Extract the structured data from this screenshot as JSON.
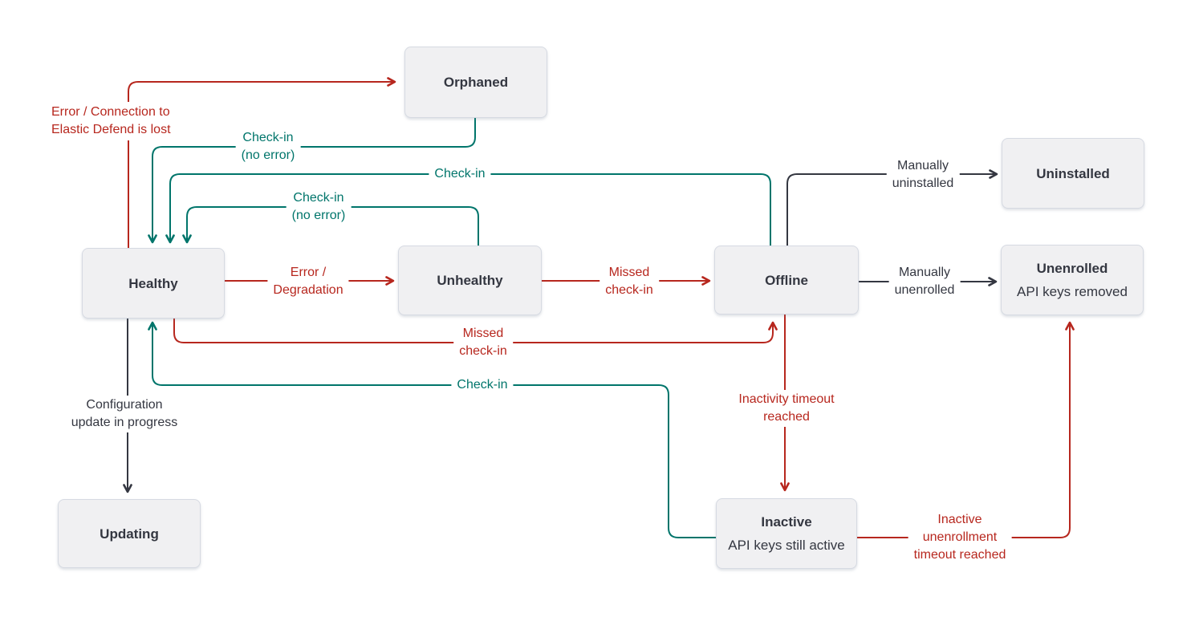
{
  "colors": {
    "error": "#b7271e",
    "success": "#00756b",
    "neutral": "#343741",
    "node_background": "#f0f0f2",
    "node_border": "#d6dae2"
  },
  "nodes": [
    {
      "id": "orphaned",
      "label": "Orphaned",
      "sublabel": ""
    },
    {
      "id": "uninstalled",
      "label": "Uninstalled",
      "sublabel": ""
    },
    {
      "id": "healthy",
      "label": "Healthy",
      "sublabel": ""
    },
    {
      "id": "unhealthy",
      "label": "Unhealthy",
      "sublabel": ""
    },
    {
      "id": "offline",
      "label": "Offline",
      "sublabel": ""
    },
    {
      "id": "unenrolled",
      "label": "Unenrolled",
      "sublabel": "API keys removed"
    },
    {
      "id": "updating",
      "label": "Updating",
      "sublabel": ""
    },
    {
      "id": "inactive",
      "label": "Inactive",
      "sublabel": "API keys still active"
    }
  ],
  "edges": [
    {
      "from": "healthy",
      "to": "orphaned",
      "color": "error",
      "label": "Error / Connection to\nElastic Defend is lost"
    },
    {
      "from": "orphaned",
      "to": "healthy",
      "color": "success",
      "label": "Check-in\n(no error)"
    },
    {
      "from": "offline",
      "to": "healthy",
      "color": "success",
      "label": "Check-in"
    },
    {
      "from": "unhealthy",
      "to": "healthy",
      "color": "success",
      "label": "Check-in\n(no error)"
    },
    {
      "from": "healthy",
      "to": "unhealthy",
      "color": "error",
      "label": "Error /\nDegradation"
    },
    {
      "from": "unhealthy",
      "to": "offline",
      "color": "error",
      "label": "Missed\ncheck-in"
    },
    {
      "from": "offline",
      "to": "uninstalled",
      "color": "neutral",
      "label": "Manually\nuninstalled"
    },
    {
      "from": "offline",
      "to": "unenrolled",
      "color": "neutral",
      "label": "Manually\nunenrolled"
    },
    {
      "from": "healthy",
      "to": "offline",
      "color": "error",
      "label": "Missed\ncheck-in"
    },
    {
      "from": "inactive",
      "to": "healthy",
      "color": "success",
      "label": "Check-in"
    },
    {
      "from": "healthy",
      "to": "updating",
      "color": "neutral",
      "label": "Configuration\nupdate in progress"
    },
    {
      "from": "offline",
      "to": "inactive",
      "color": "error",
      "label": "Inactivity timeout\nreached"
    },
    {
      "from": "inactive",
      "to": "unenrolled",
      "color": "error",
      "label": "Inactive\nunenrollment\ntimeout reached"
    }
  ]
}
